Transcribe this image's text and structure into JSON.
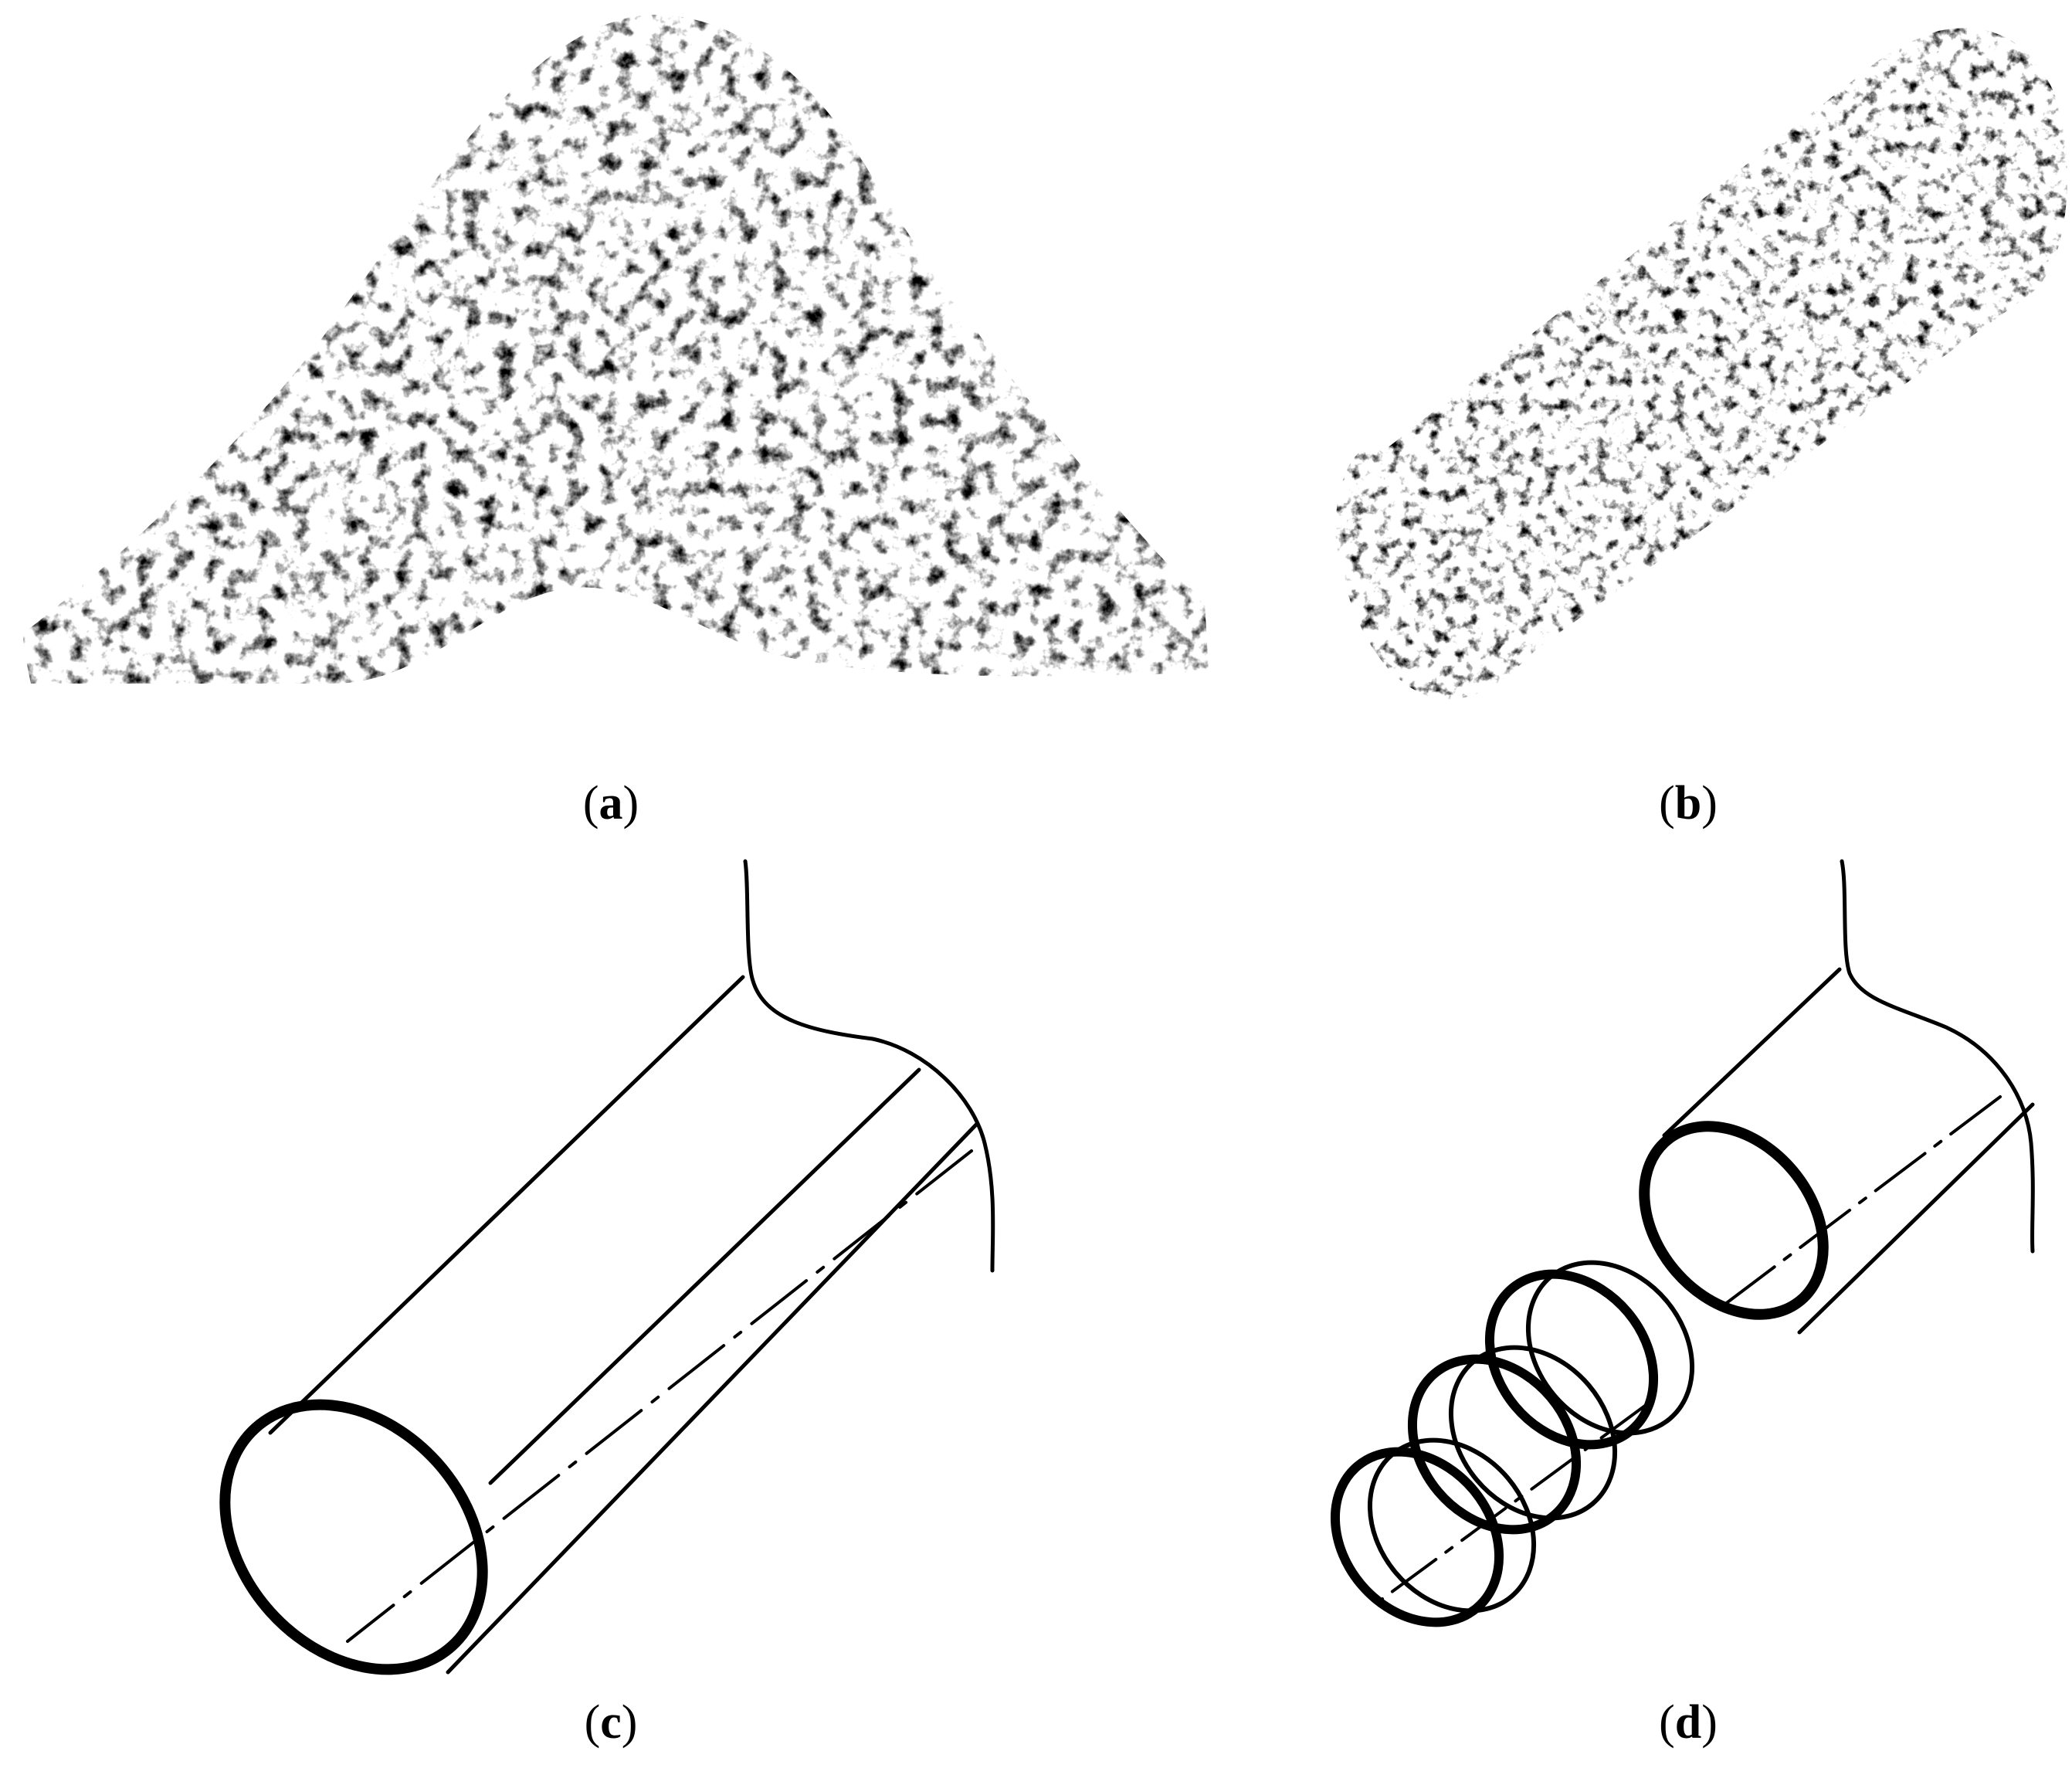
{
  "figure": {
    "panels": [
      {
        "id": "a",
        "label": "a"
      },
      {
        "id": "b",
        "label": "b"
      },
      {
        "id": "c",
        "label": "c"
      },
      {
        "id": "d",
        "label": "d"
      }
    ]
  },
  "colors": {
    "ink": "#000000",
    "paper": "#ffffff"
  }
}
